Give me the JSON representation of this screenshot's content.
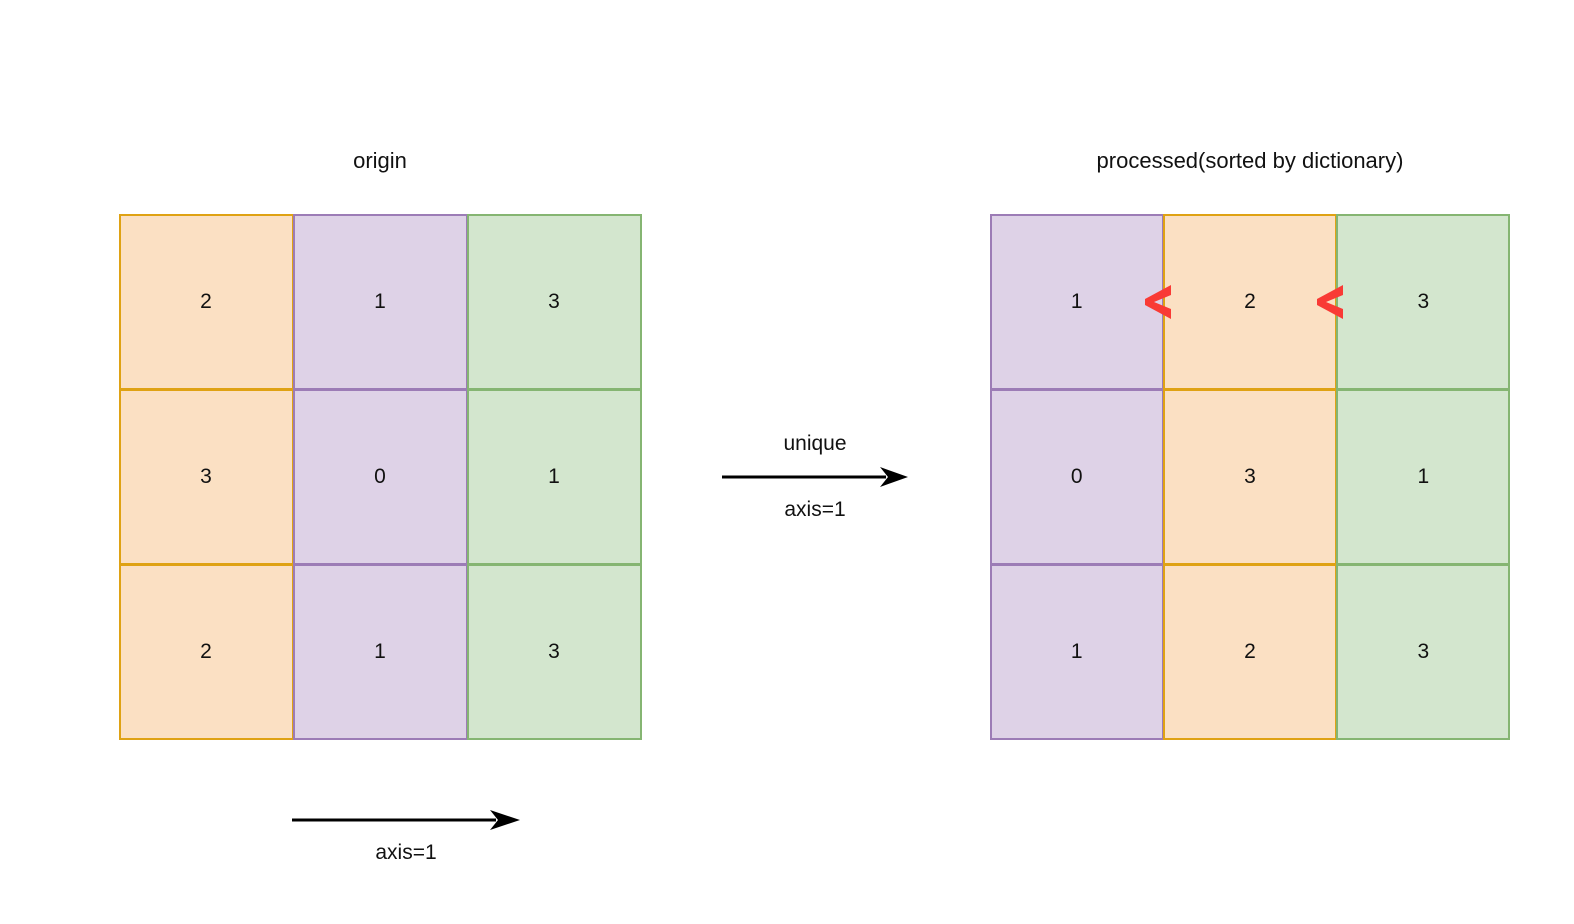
{
  "figure": {
    "kind": "numpy-unique-axis1-illustration",
    "background": "#ffffff"
  },
  "palette": {
    "orange_fill": "#fbe0c3",
    "orange_border": "#dfa214",
    "purple_fill": "#ded2e7",
    "purple_border": "#9c7cb6",
    "green_fill": "#d3e6ce",
    "green_border": "#85b572",
    "arrow_black": "#000000",
    "chevron_red": "#f93a35",
    "text": "#111111"
  },
  "left_panel": {
    "title": "origin",
    "column_colors": [
      "orange",
      "purple",
      "green"
    ],
    "rows": [
      [
        "2",
        "1",
        "3"
      ],
      [
        "3",
        "0",
        "1"
      ],
      [
        "2",
        "1",
        "3"
      ]
    ]
  },
  "right_panel": {
    "title": "processed(sorted by dictionary)",
    "column_colors": [
      "purple",
      "orange",
      "green"
    ],
    "rows": [
      [
        "1",
        "2",
        "3"
      ],
      [
        "0",
        "3",
        "1"
      ],
      [
        "1",
        "2",
        "3"
      ]
    ],
    "comparison_marks": [
      {
        "symbol": "<",
        "name": "less-than-mark-1",
        "color": "#f93a35"
      },
      {
        "symbol": "<",
        "name": "less-than-mark-2",
        "color": "#f93a35"
      }
    ]
  },
  "transform_arrow": {
    "label_top": "unique",
    "label_bottom": "axis=1",
    "direction": "right"
  },
  "axis_arrow": {
    "label": "axis=1",
    "direction": "right"
  }
}
